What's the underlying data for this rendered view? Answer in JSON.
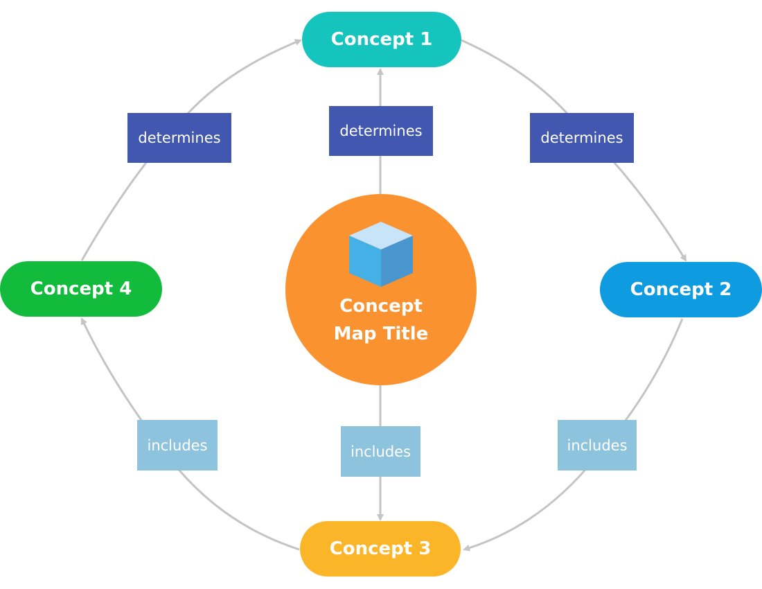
{
  "center": {
    "title_line1": "Concept",
    "title_line2": "Map Title",
    "icon": "cube-icon",
    "color": "#fb9230"
  },
  "nodes": [
    {
      "id": "concept1",
      "label": "Concept 1",
      "color": "#15c4bc"
    },
    {
      "id": "concept2",
      "label": "Concept 2",
      "color": "#0f9be0"
    },
    {
      "id": "concept3",
      "label": "Concept 3",
      "color": "#fbb528"
    },
    {
      "id": "concept4",
      "label": "Concept 4",
      "color": "#13bb3c"
    }
  ],
  "links": [
    {
      "label": "determines",
      "color": "#4257af",
      "from": "concept4",
      "to": "concept1"
    },
    {
      "label": "determines",
      "color": "#4257af",
      "from": "center",
      "to": "concept1"
    },
    {
      "label": "determines",
      "color": "#4257af",
      "from": "concept1",
      "to": "concept2"
    },
    {
      "label": "includes",
      "color": "#8dc3dc",
      "from": "concept3",
      "to": "concept4"
    },
    {
      "label": "includes",
      "color": "#8dc3dc",
      "from": "center",
      "to": "concept3"
    },
    {
      "label": "includes",
      "color": "#8dc3dc",
      "from": "concept2",
      "to": "concept3"
    }
  ],
  "edge_color": "#c4c4c4"
}
